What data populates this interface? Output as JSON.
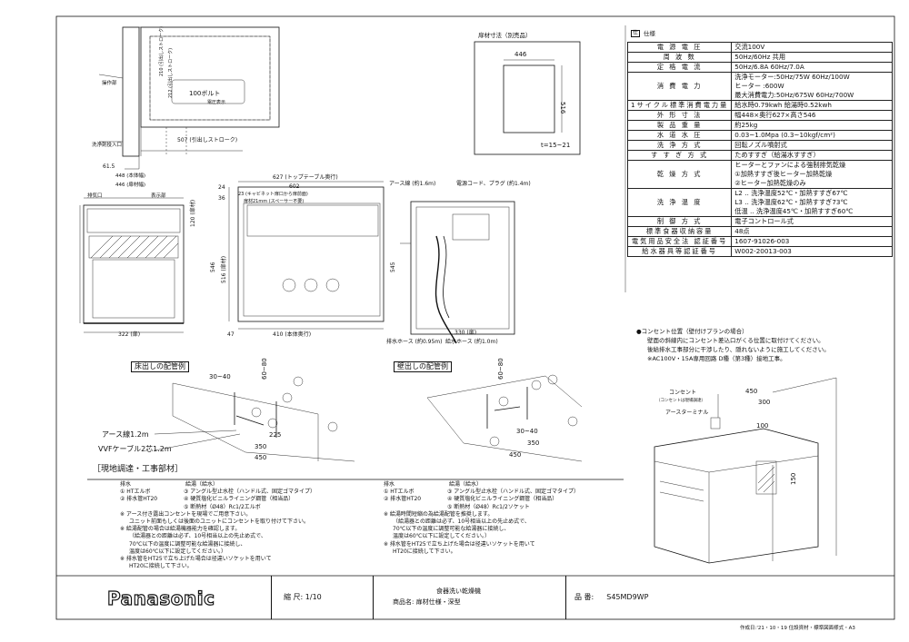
{
  "labels": {
    "panel_size_title": "扉材寸法（別売品）",
    "panel_w": "446",
    "panel_h": "516",
    "panel_t": "t=15~21",
    "top_bolt": "100ボルト",
    "top_voltage": "電圧表示",
    "dim_210": "210 (引出しストローク)",
    "dim_212": "212 (引出しストローク)",
    "dim_507": "507 (引出しストローク)",
    "dim_61_5": "61.5",
    "dim_448": "448 (本体幅)",
    "dim_446": "446 (扉材幅)",
    "dim_627": "627 (トップテーブル奥行)",
    "dim_602": "602",
    "dim_23": "23 (キャビネット扉口から扉前面)",
    "dim_21_spacer": "扉材21mm (スペーサー不要)",
    "dim_24": "24",
    "dim_36": "36",
    "dim_546": "546",
    "dim_516": "516 (扉材)",
    "dim_545": "545",
    "dim_120": "120 (扉材)",
    "dim_322": "322 (扉)",
    "dim_47": "47",
    "dim_410": "410 (本体奥行)",
    "dim_330": "330 (扉)",
    "label_operation": "操作部",
    "label_detergent": "洗浄剤投入口",
    "label_exhaust": "排気口",
    "label_display": "表示部",
    "label_earth_wire": "アース線 (約1.6m)",
    "label_power_cord": "電源コード、プラグ (約1.4m)",
    "label_drain_hose": "排水ホース (約0.95m)",
    "label_supply_hose": "給水ホース (約1.0m)",
    "label_pipe_floor": "床出しの配管例",
    "label_pipe_wall": "壁出しの配管例",
    "label_earth_line": "アース線1.2m",
    "label_vvf": "VVFケーブル2芯1.2m",
    "dim_350": "350",
    "dim_450": "450",
    "dim_225": "225",
    "dim_30_40": "30~40",
    "dim_60_80": "60~80",
    "dim_100": "100",
    "dim_300": "300",
    "dim_150": "150",
    "label_site_section": "［現地調達・工事部材］"
  },
  "notes_left": {
    "h1": "排水",
    "h2": "給湯（給水）",
    "i1": "① HTエルボ",
    "i2": "② 排水管HT20",
    "i3": "③ アングル型止水栓（ハンドル式、固定ゴマタイプ）",
    "i4": "④ 硬質塩化ビニルライニング鋼管（相当品）",
    "i5": "⑤ 断熱材（Ø48）Rc1/2エルボ",
    "n1": "※ アース付き露出コンセントを現場でご用意下さい。",
    "n2": "ユニット前面もしくは後面のユニットにコンセントを取り付けて下さい。",
    "n3": "※ 給湯配管の場合は給湯機器能力を確認します。",
    "n4": "（給湯器との距離は必ず、10号相当以上の先止め式で、",
    "n5": "70℃以下の温度に調整可能な給湯器に接続し、",
    "n6": "温度は60℃以下に設定してください。）",
    "n7": "※ 排水管をHT25で立ち上げた場合は径違いソケットを用いて",
    "n8": "HT20に接続して下さい。"
  },
  "notes_right": {
    "h1": "排水",
    "h2": "給湯（給水）",
    "i1": "① HTエルボ",
    "i2": "② 排水管HT20",
    "i3": "③ アングル型止水栓（ハンドル式、固定ゴマタイプ）",
    "i4": "④ 硬質塩化ビニルライニング鋼管（相当品）",
    "i5": "⑤ 断熱材（Ø48）Rc1/2ソケット",
    "n1": "※ 給湯時間短縮の為給湯配管を推奨します。",
    "n2": "（給湯器との距離は必ず、10号相当以上の先止め式で、",
    "n3": "70℃以下の温度に調整可能な給湯器に接続し、",
    "n4": "温度は60℃以下に設定してください。）",
    "n5": "※ 排水管をHT25で立ち上げた場合は径違いソケットを用いて",
    "n6": "HT20に接続して下さい。"
  },
  "spec": {
    "header_mark": "仕",
    "header": "仕様",
    "rows": [
      {
        "k": "電 源 電 圧",
        "v": [
          "交流100V"
        ]
      },
      {
        "k": "周 波 数",
        "v": [
          "50Hz/60Hz 共用"
        ]
      },
      {
        "k": "定 格 電 流",
        "v": [
          "50Hz/6.8A 60Hz/7.0A"
        ]
      },
      {
        "k": "消 費 電 力",
        "v": [
          "洗浄モーター:50Hz/75W 60Hz/100W",
          "ヒーター :600W",
          "最大消費電力:50Hz/675W 60Hz/700W"
        ]
      },
      {
        "k": "1サイクル標準消費電力量",
        "v": [
          "給水時0.79kwh 給湯時0.52kwh"
        ]
      },
      {
        "k": "外 形 寸 法",
        "v": [
          "幅448×奥行627×高さ546"
        ]
      },
      {
        "k": "製 品 重 量",
        "v": [
          "約25kg"
        ]
      },
      {
        "k": "水 道 水 圧",
        "v": [
          "0.03~1.0Mpa (0.3~10kgf/cm²)"
        ]
      },
      {
        "k": "洗 浄 方 式",
        "v": [
          "回転ノズル噴射式"
        ]
      },
      {
        "k": "す す ぎ 方 式",
        "v": [
          "ためすすぎ（給湯水すすぎ）"
        ]
      },
      {
        "k": "乾 燥 方 式",
        "v": [
          "ヒーターとファンによる強制排気乾燥",
          "①加熱すすぎ後ヒーター加熱乾燥",
          "②ヒーター加熱乾燥のみ"
        ]
      },
      {
        "k": "洗 浄 温 度",
        "v": [
          "L2 ‥ 洗浄温度52℃・加熱すすぎ67℃",
          "L3 ‥ 洗浄温度62℃・加熱すすぎ73℃",
          "低温 ‥ 洗浄温度45℃・加熱すすぎ60℃"
        ]
      },
      {
        "k": "制 御 方 式",
        "v": [
          "電子コントロール式"
        ]
      },
      {
        "k": "標準食器収納容量",
        "v": [
          "48点"
        ]
      },
      {
        "k": "電気用品安全法 認証番号",
        "v": [
          "1607-91026-003"
        ]
      },
      {
        "k": "給水器具等認証番号",
        "v": [
          "W002-20013-003"
        ]
      }
    ]
  },
  "outlet": {
    "title": "●コンセント位置（壁付けプランの場合）",
    "l1": "壁面の斜線内にコンセント差込口がくる位置に取付けてください。",
    "l2": "後給排水工事部分に干渉したり、隠れないように施工してください。",
    "l3": "※AC100V・15A専用回路 D種（第3種）接地工事。",
    "consent": "コンセント",
    "consent_note": "（コンセントは現場調達）",
    "earth_terminal": "アースターミナル",
    "dim_450": "450",
    "dim_300": "300",
    "dim_100": "100",
    "dim_150": "150"
  },
  "title_block": {
    "logo": "Panasonic",
    "scale_label": "縮 尺:",
    "scale": "1/10",
    "product_kind": "食器洗い乾燥機",
    "product_name_label": "商品名:",
    "product_name": "扉材仕様・深型",
    "part_label": "品 番:",
    "part_no": "S45MD9WP",
    "footer": "作成日:'21・10・19  住設資材・標準図面様式・A3"
  }
}
